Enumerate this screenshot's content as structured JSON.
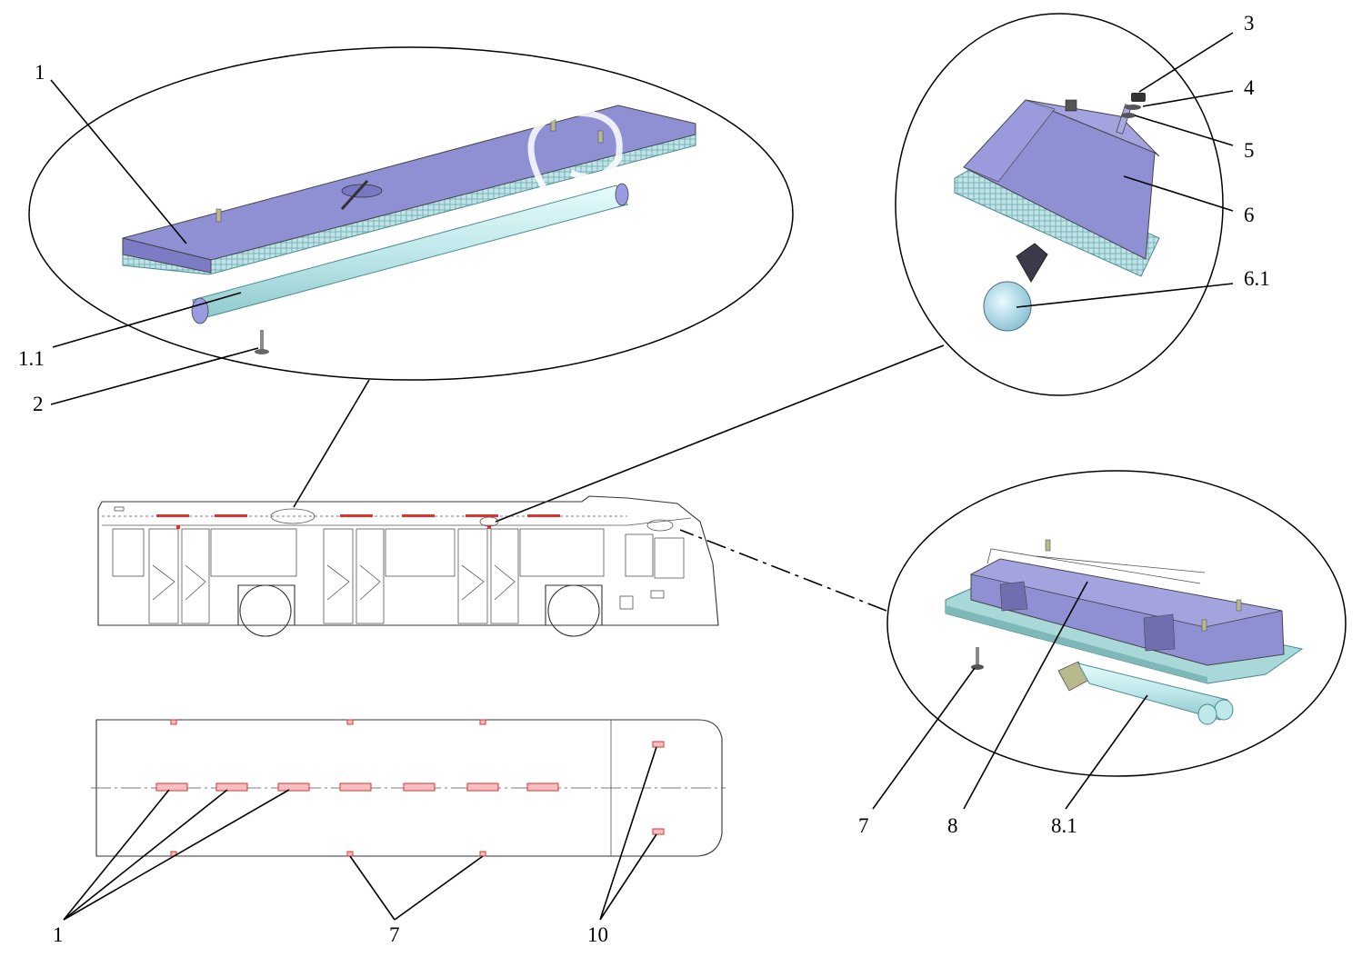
{
  "callouts": {
    "lamp_housing": "1",
    "lamp_tube": "1.1",
    "fastener": "2",
    "nut": "3",
    "washer": "4",
    "spring_washer": "5",
    "lamp_body": "6",
    "bulb": "6.1",
    "cab_fastener": "7",
    "cab_lamp": "8",
    "cab_tube": "8.1",
    "plan_lamps": "1",
    "plan_side_lights": "7",
    "plan_cab_lights": "10"
  },
  "colors": {
    "housing": "#8f8fd4",
    "housing_dark": "#6f6fb8",
    "glass": "#bfe8ea",
    "diffuser": "#9fd0d4",
    "marker_red": "#e03030"
  }
}
